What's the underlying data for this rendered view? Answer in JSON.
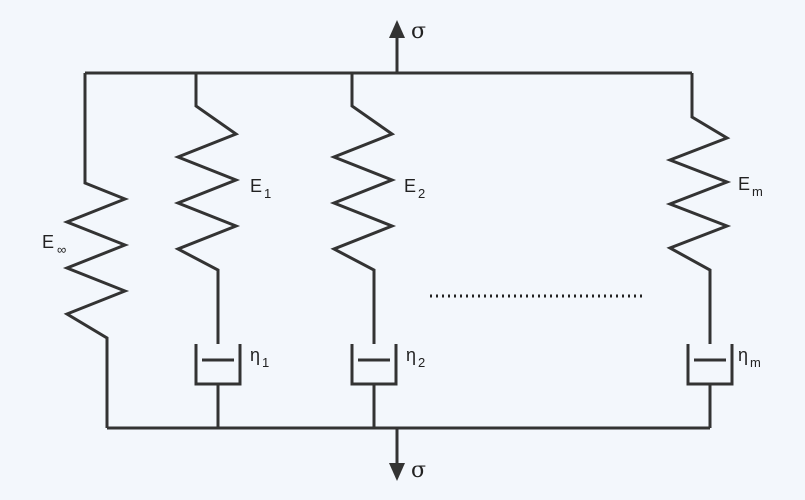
{
  "labels": {
    "stress_top": "σ",
    "stress_bottom": "σ",
    "spring_inf": {
      "base": "E",
      "sub": "∞"
    },
    "spring_1": {
      "base": "E",
      "sub": "1"
    },
    "spring_2": {
      "base": "E",
      "sub": "2"
    },
    "spring_m": {
      "base": "E",
      "sub": "m"
    },
    "damper_1": {
      "base": "η",
      "sub": "1"
    },
    "damper_2": {
      "base": "η",
      "sub": "2"
    },
    "damper_m": {
      "base": "η",
      "sub": "m"
    }
  },
  "colors": {
    "background": "#f3f7fc",
    "line": "#333333",
    "text": "#222222"
  }
}
